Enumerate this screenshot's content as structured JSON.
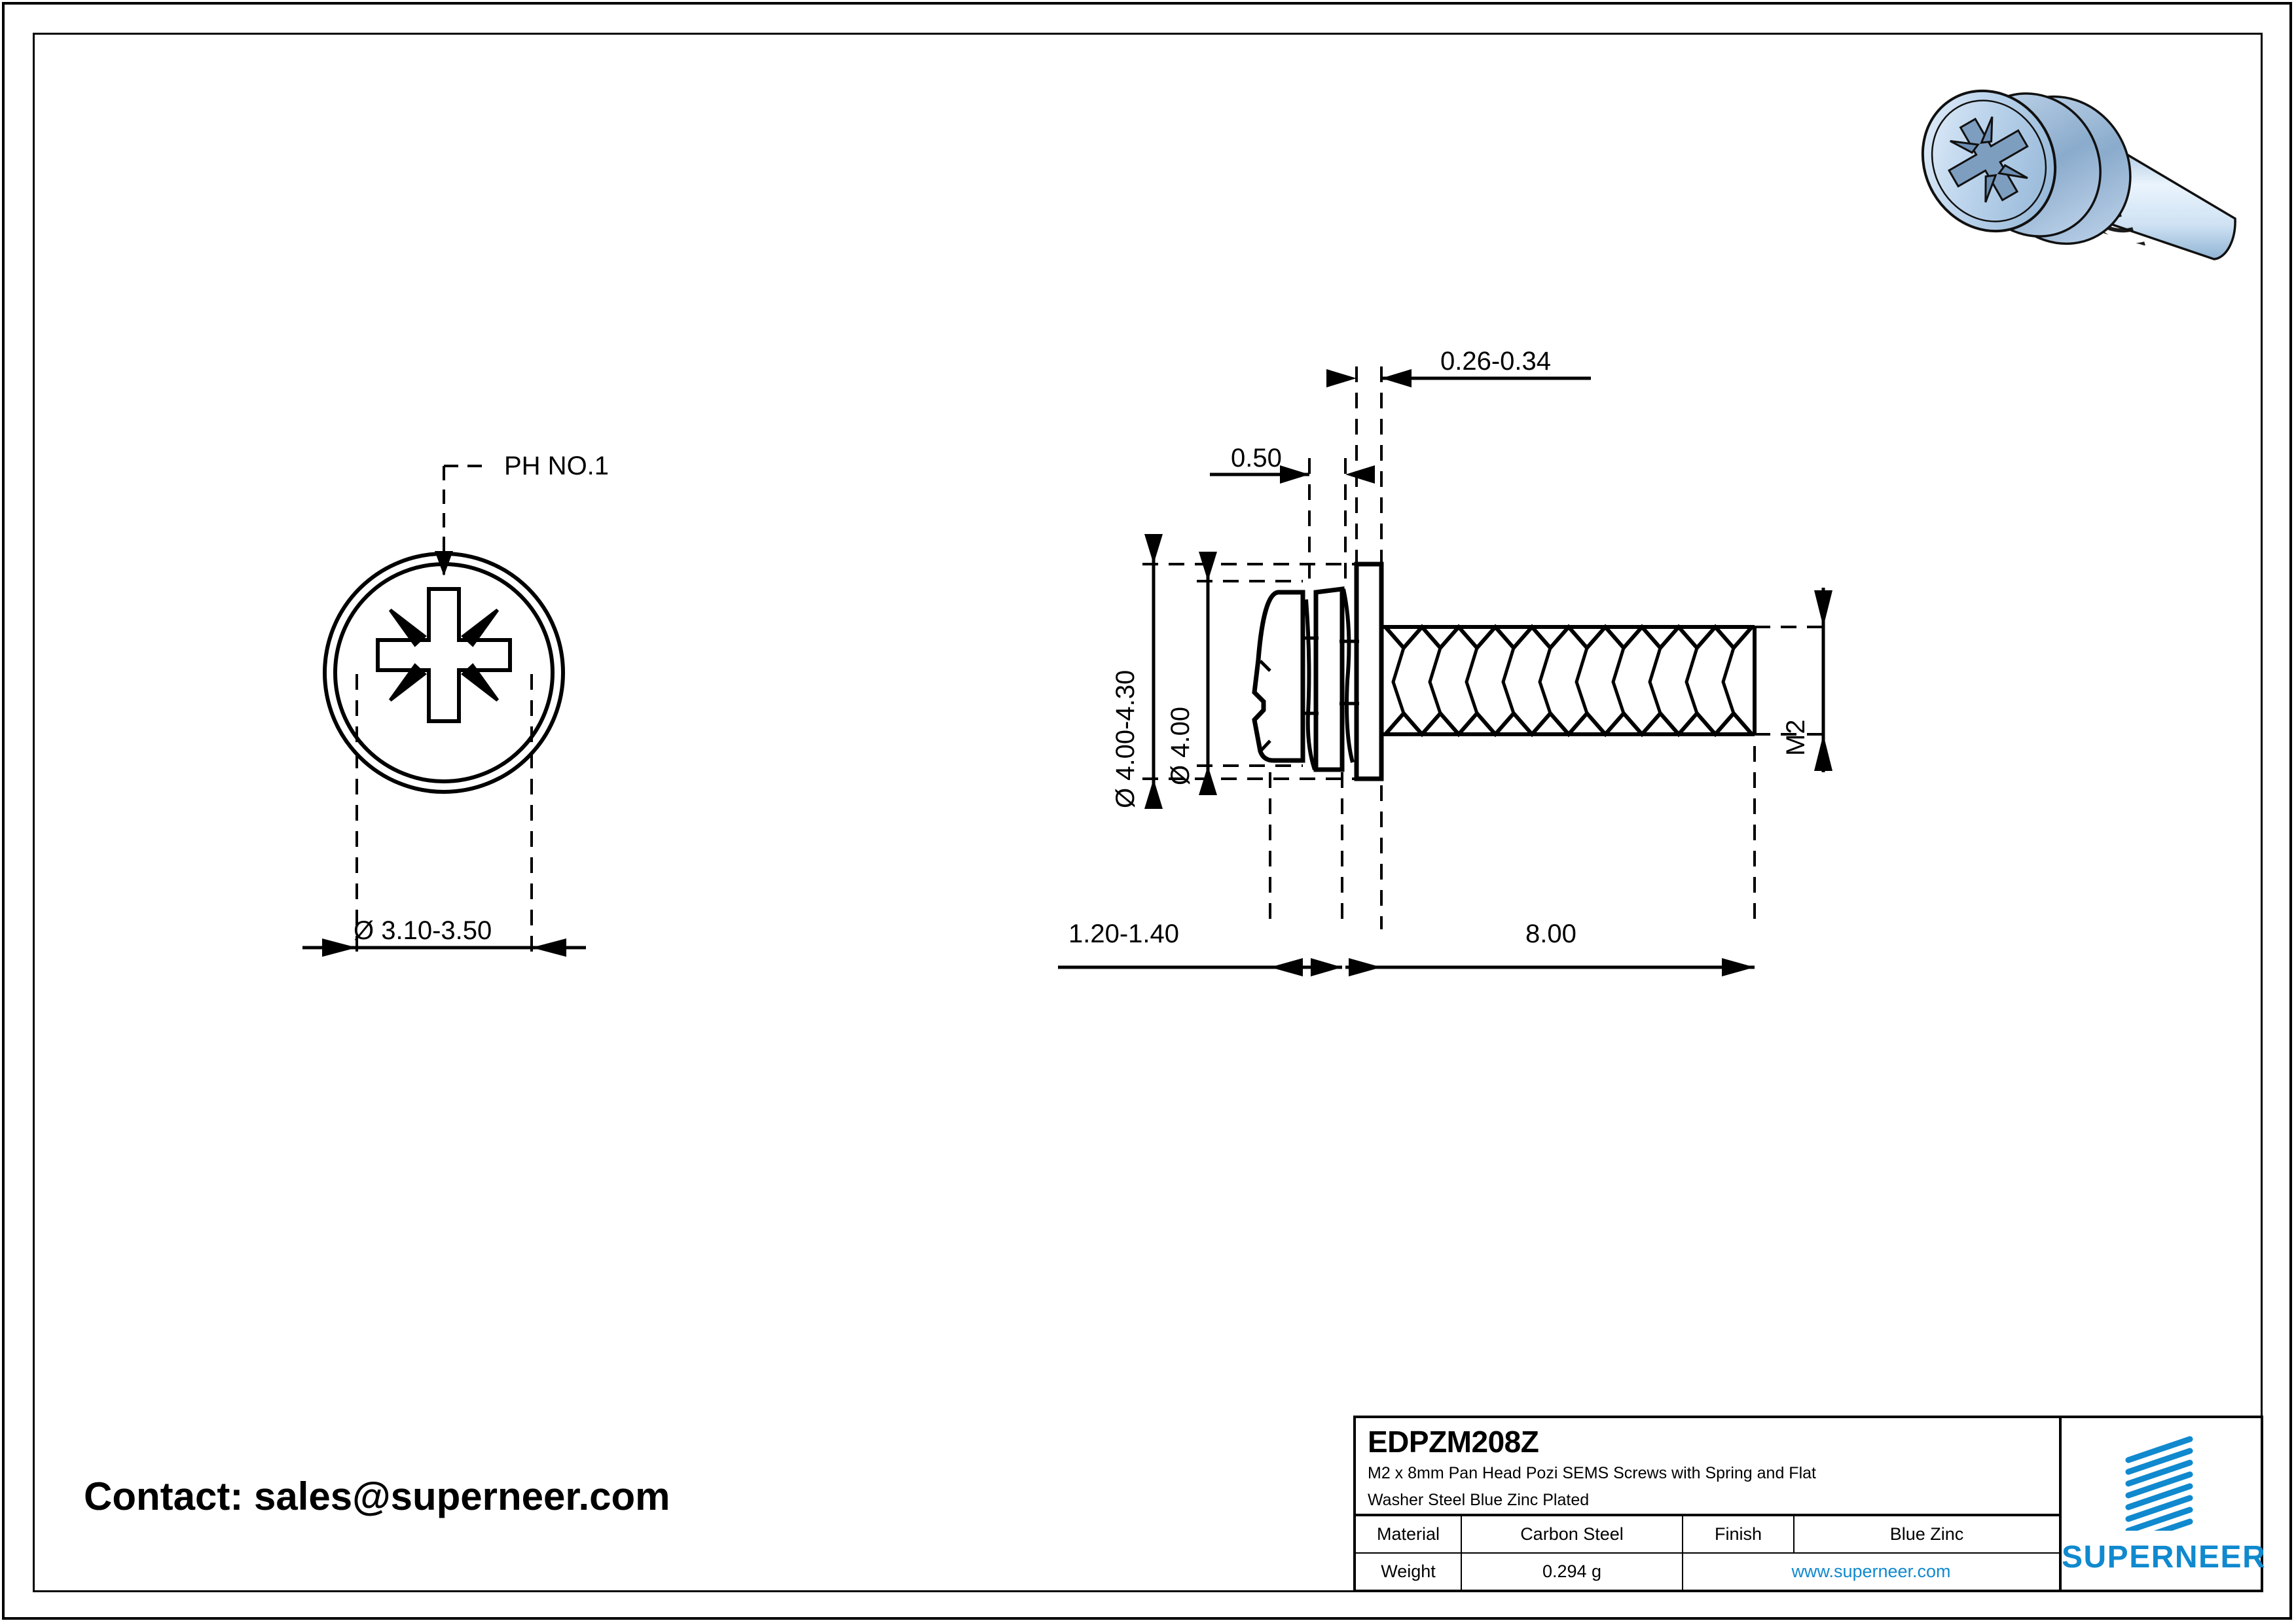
{
  "drawing": {
    "part_number": "EDPZM208Z",
    "description_line1": "M2 x 8mm Pan Head Pozi  SEMS Screws with Spring and Flat",
    "description_line2": "Washer Steel Blue Zinc Plated",
    "contact": "Contact: sales@superneer.com",
    "brand": "SUPERNEER",
    "brand_color": "#1089ce"
  },
  "titleblock": {
    "material_label": "Material",
    "material_value": "Carbon Steel",
    "finish_label": "Finish",
    "finish_value": "Blue Zinc",
    "weight_label": "Weight",
    "weight_value": "0.294 g",
    "url": "www.superneer.com"
  },
  "end_view": {
    "drive_callout": "PH NO.1",
    "recess_diameter": "Ø 3.10-3.50"
  },
  "side_view": {
    "flat_washer_thickness": "0.26-0.34",
    "spring_washer_thickness": "0.50",
    "washer_outer_diameter": "Ø 4.00-4.30",
    "head_diameter": "Ø 4.00",
    "head_height": "1.20-1.40",
    "thread_length": "8.00",
    "thread_size": "M2"
  }
}
